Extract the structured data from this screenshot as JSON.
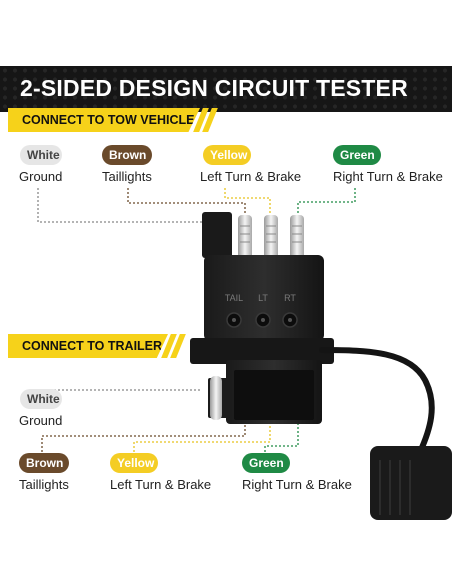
{
  "title": "2-SIDED DESIGN CIRCUIT TESTER",
  "sections": {
    "vehicle": "CONNECT TO TOW VEHICLE",
    "trailer": "CONNECT TO TRAILER"
  },
  "vehicle_wires": [
    {
      "color_name": "White",
      "function": "Ground",
      "color": "#e6e6e6"
    },
    {
      "color_name": "Brown",
      "function": "Taillights",
      "color": "#6a4a2b"
    },
    {
      "color_name": "Yellow",
      "function": "Left Turn & Brake",
      "color": "#f4cd24"
    },
    {
      "color_name": "Green",
      "function": "Right Turn & Brake",
      "color": "#1f8a45"
    }
  ],
  "trailer_wires": [
    {
      "color_name": "White",
      "function": "Ground",
      "color": "#e6e6e6"
    },
    {
      "color_name": "Brown",
      "function": "Taillights",
      "color": "#6a4a2b"
    },
    {
      "color_name": "Yellow",
      "function": "Left Turn & Brake",
      "color": "#f4cd24"
    },
    {
      "color_name": "Green",
      "function": "Right Turn & Brake",
      "color": "#1f8a45"
    }
  ],
  "connector_labels": [
    "TAIL",
    "LT",
    "RT"
  ]
}
